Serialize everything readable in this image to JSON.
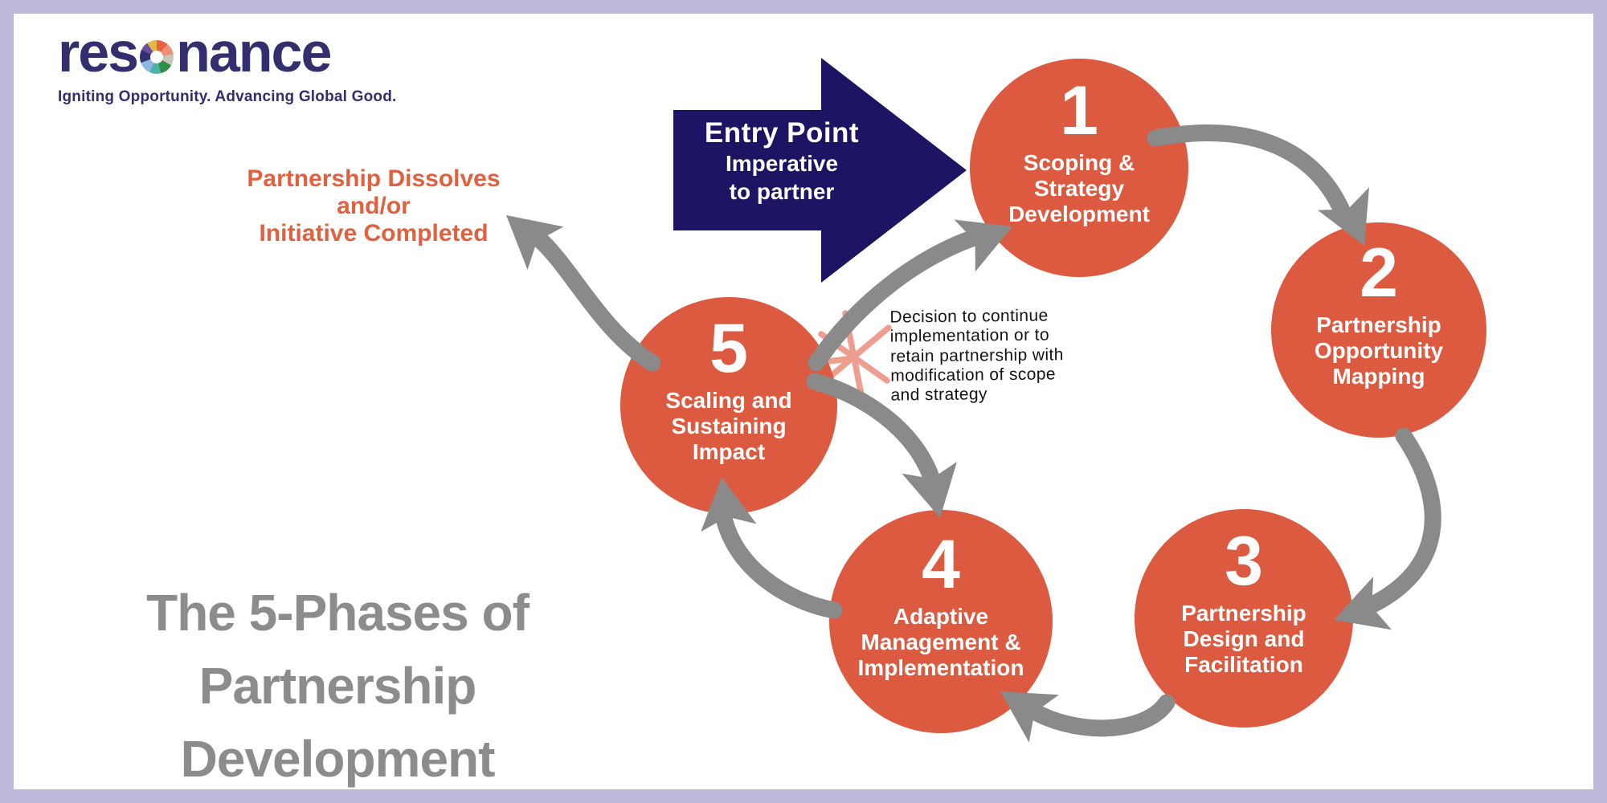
{
  "logo": {
    "text_pre": "res",
    "text_post": "nance",
    "tagline": "Igniting Opportunity. Advancing Global Good.",
    "brand_color": "#332e6e"
  },
  "entry_arrow": {
    "title": "Entry Point",
    "subtitle": "Imperative\nto partner",
    "color": "#1e1464"
  },
  "phases": [
    {
      "number": "1",
      "label": "Scoping &\nStrategy\nDevelopment"
    },
    {
      "number": "2",
      "label": "Partnership\nOpportunity\nMapping"
    },
    {
      "number": "3",
      "label": "Partnership\nDesign and\nFacilitation"
    },
    {
      "number": "4",
      "label": "Adaptive\nManagement &\nImplementation"
    },
    {
      "number": "5",
      "label": "Scaling and\nSustaining\nImpact"
    }
  ],
  "exit_note": "Partnership Dissolves\nand/or\nInitiative Completed",
  "decision_note": "Decision to continue\nimplementation or to\nretain partnership with\nmodification of scope\nand strategy",
  "title": "The 5-Phases of\nPartnership Development",
  "colors": {
    "circle_orange": "#dc5a40",
    "arrow_gray": "#8a8a8a",
    "navy": "#1e1464",
    "accent_salmon": "#ee9e8e",
    "border_lavender": "#bfb7d9",
    "title_gray": "#8c8c8c",
    "exit_note_orange": "#e0603f"
  }
}
